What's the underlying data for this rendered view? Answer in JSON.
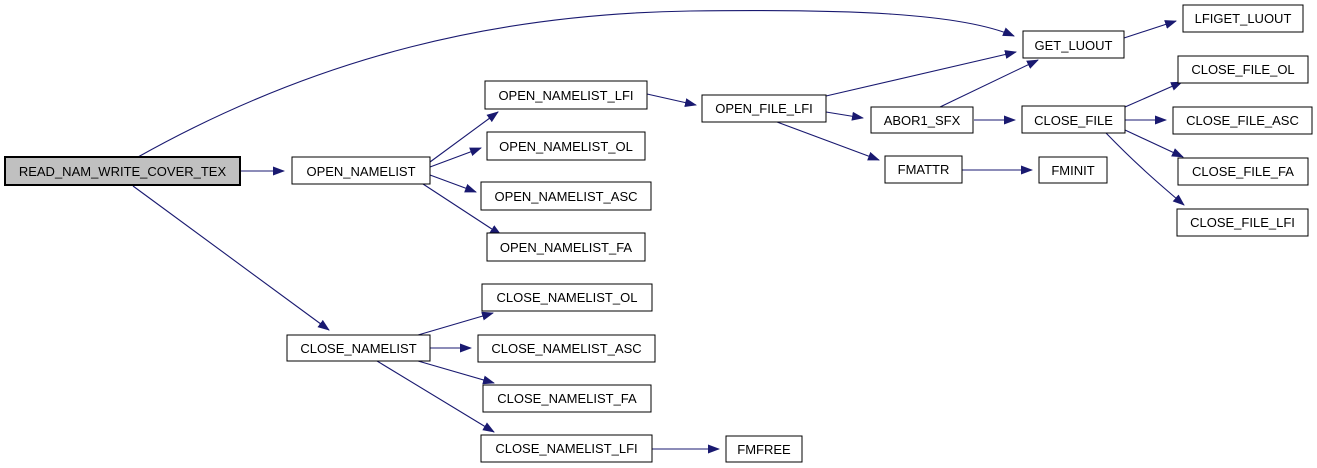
{
  "diagram": {
    "type": "call-graph",
    "colors": {
      "edge": "#191970",
      "node_border": "#000000",
      "node_fill": "#ffffff",
      "root_node_fill": "#c0c0c0",
      "text": "#000000"
    },
    "nodes": {
      "root": {
        "label": "READ_NAM_WRITE_COVER_TEX"
      },
      "open_namelist": {
        "label": "OPEN_NAMELIST"
      },
      "open_namelist_lfi": {
        "label": "OPEN_NAMELIST_LFI"
      },
      "open_namelist_ol": {
        "label": "OPEN_NAMELIST_OL"
      },
      "open_namelist_asc": {
        "label": "OPEN_NAMELIST_ASC"
      },
      "open_namelist_fa": {
        "label": "OPEN_NAMELIST_FA"
      },
      "open_file_lfi": {
        "label": "OPEN_FILE_LFI"
      },
      "abor1_sfx": {
        "label": "ABOR1_SFX"
      },
      "fmattr": {
        "label": "FMATTR"
      },
      "get_luout": {
        "label": "GET_LUOUT"
      },
      "close_file": {
        "label": "CLOSE_FILE"
      },
      "fminit": {
        "label": "FMINIT"
      },
      "lfiget_luout": {
        "label": "LFIGET_LUOUT"
      },
      "close_file_ol": {
        "label": "CLOSE_FILE_OL"
      },
      "close_file_asc": {
        "label": "CLOSE_FILE_ASC"
      },
      "close_file_fa": {
        "label": "CLOSE_FILE_FA"
      },
      "close_file_lfi": {
        "label": "CLOSE_FILE_LFI"
      },
      "close_namelist": {
        "label": "CLOSE_NAMELIST"
      },
      "close_namelist_ol": {
        "label": "CLOSE_NAMELIST_OL"
      },
      "close_namelist_asc": {
        "label": "CLOSE_NAMELIST_ASC"
      },
      "close_namelist_fa": {
        "label": "CLOSE_NAMELIST_FA"
      },
      "close_namelist_lfi": {
        "label": "CLOSE_NAMELIST_LFI"
      },
      "fmfree": {
        "label": "FMFREE"
      }
    },
    "edges": [
      {
        "from": "READ_NAM_WRITE_COVER_TEX",
        "to": "OPEN_NAMELIST"
      },
      {
        "from": "READ_NAM_WRITE_COVER_TEX",
        "to": "GET_LUOUT"
      },
      {
        "from": "READ_NAM_WRITE_COVER_TEX",
        "to": "CLOSE_NAMELIST"
      },
      {
        "from": "OPEN_NAMELIST",
        "to": "OPEN_NAMELIST_LFI"
      },
      {
        "from": "OPEN_NAMELIST",
        "to": "OPEN_NAMELIST_OL"
      },
      {
        "from": "OPEN_NAMELIST",
        "to": "OPEN_NAMELIST_ASC"
      },
      {
        "from": "OPEN_NAMELIST",
        "to": "OPEN_NAMELIST_FA"
      },
      {
        "from": "OPEN_NAMELIST_LFI",
        "to": "OPEN_FILE_LFI"
      },
      {
        "from": "OPEN_FILE_LFI",
        "to": "GET_LUOUT"
      },
      {
        "from": "OPEN_FILE_LFI",
        "to": "ABOR1_SFX"
      },
      {
        "from": "OPEN_FILE_LFI",
        "to": "FMATTR"
      },
      {
        "from": "ABOR1_SFX",
        "to": "GET_LUOUT"
      },
      {
        "from": "ABOR1_SFX",
        "to": "CLOSE_FILE"
      },
      {
        "from": "FMATTR",
        "to": "FMINIT"
      },
      {
        "from": "GET_LUOUT",
        "to": "LFIGET_LUOUT"
      },
      {
        "from": "CLOSE_FILE",
        "to": "CLOSE_FILE_OL"
      },
      {
        "from": "CLOSE_FILE",
        "to": "CLOSE_FILE_ASC"
      },
      {
        "from": "CLOSE_FILE",
        "to": "CLOSE_FILE_FA"
      },
      {
        "from": "CLOSE_FILE",
        "to": "CLOSE_FILE_LFI"
      },
      {
        "from": "CLOSE_NAMELIST",
        "to": "CLOSE_NAMELIST_OL"
      },
      {
        "from": "CLOSE_NAMELIST",
        "to": "CLOSE_NAMELIST_ASC"
      },
      {
        "from": "CLOSE_NAMELIST",
        "to": "CLOSE_NAMELIST_FA"
      },
      {
        "from": "CLOSE_NAMELIST",
        "to": "CLOSE_NAMELIST_LFI"
      },
      {
        "from": "CLOSE_NAMELIST_LFI",
        "to": "FMFREE"
      }
    ]
  }
}
